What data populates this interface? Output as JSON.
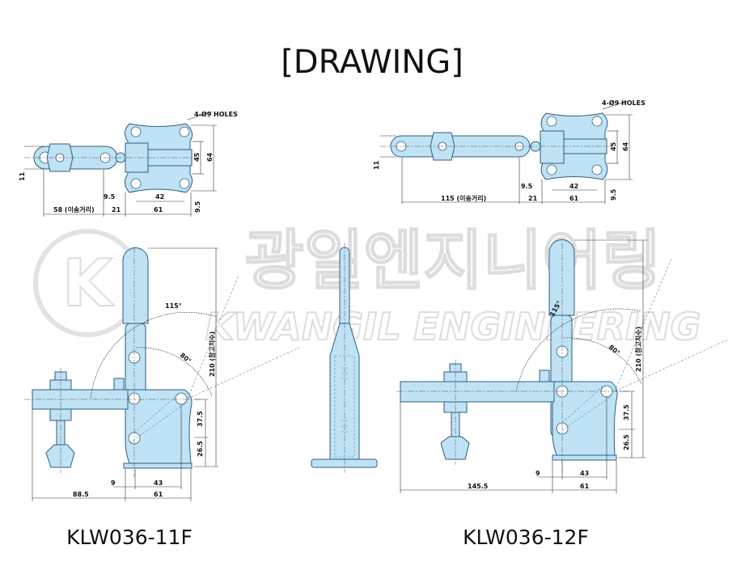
{
  "title": "[DRAWING]",
  "watermark": {
    "korean": "광일엔지니어링",
    "english": "KWANGIL ENGINEERING",
    "logo": "K"
  },
  "colors": {
    "part_fill": "#bfe2f4",
    "part_outline": "#2f5f80"
  },
  "top_left": {
    "holes": "4-Ø9 HOLES",
    "d11": "11",
    "d45": "45",
    "d64": "64",
    "d9_5a": "9.5",
    "d42": "42",
    "travel": "58 (이송거리)",
    "d21": "21",
    "d61": "61",
    "d9_5b": "9.5"
  },
  "top_right": {
    "holes": "4-Ø9 HOLES",
    "d11": "11",
    "d45": "45",
    "d64": "64",
    "d9_5a": "9.5",
    "d42": "42",
    "travel": "115 (이송거리)",
    "d21": "21",
    "d61": "61",
    "d9_5b": "9.5"
  },
  "side_left": {
    "a115": "115°",
    "a80": "80°",
    "h210": "210 (참고치수)",
    "d37_5": "37.5",
    "d26_5": "26.5",
    "d9": "9",
    "d43": "43",
    "d88_5": "88.5",
    "d61": "61"
  },
  "side_right": {
    "a115": "115°",
    "a80": "80°",
    "h210": "210 (참고치수)",
    "d37_5": "37.5",
    "d26_5": "26.5",
    "d9": "9",
    "d43": "43",
    "d145_5": "145.5",
    "d61": "61"
  },
  "models": {
    "left": "KLW036-11F",
    "right": "KLW036-12F"
  }
}
